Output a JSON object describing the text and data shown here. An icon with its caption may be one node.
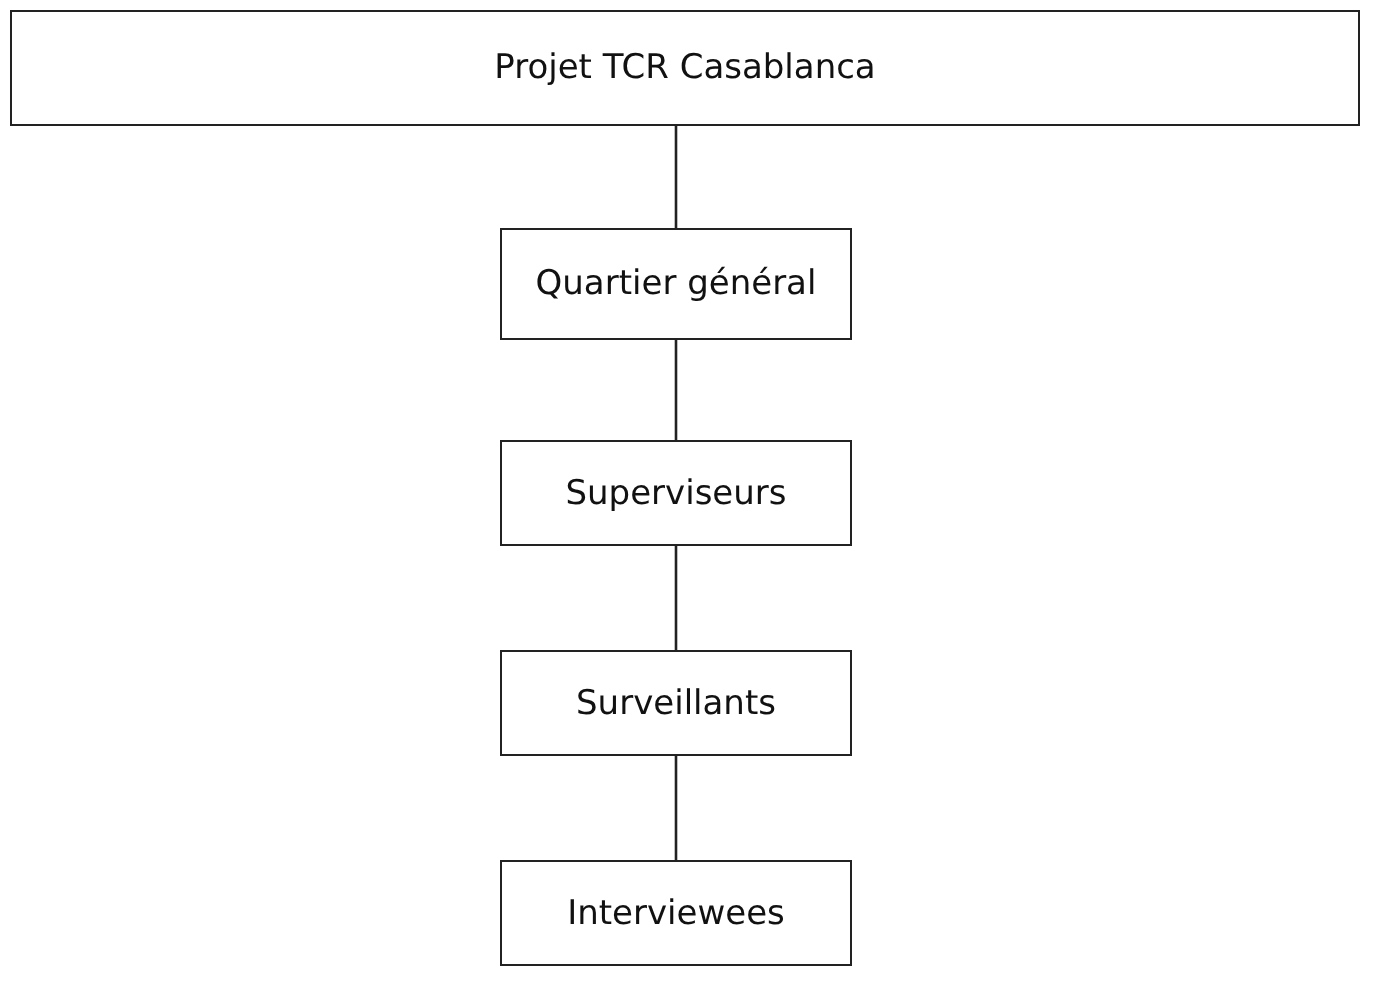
{
  "diagram": {
    "nodes": [
      {
        "text": [
          "Projet TCR Casablanca"
        ]
      },
      {
        "text": [
          "Quartier général"
        ]
      },
      {
        "text": [
          "Superviseurs"
        ]
      },
      {
        "text": [
          "Surveillants"
        ]
      },
      {
        "text": [
          "Interviewees"
        ]
      }
    ],
    "edges": [
      {
        "from": 0,
        "to": 1,
        "arrow": "none"
      },
      {
        "from": 1,
        "to": 2,
        "arrow": "none"
      },
      {
        "from": 2,
        "to": 3,
        "arrow": "none"
      },
      {
        "from": 3,
        "to": 4,
        "arrow": "none"
      }
    ]
  }
}
